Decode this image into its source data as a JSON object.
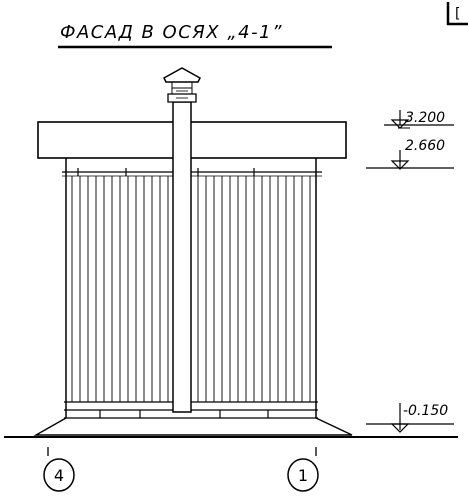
{
  "title": "ФАСАД В ОСЯХ „4-1”",
  "corner_mark": "[",
  "levels": [
    {
      "label": "3.200"
    },
    {
      "label": "2.660"
    },
    {
      "label": "-0.150"
    }
  ],
  "axes": [
    {
      "label": "4"
    },
    {
      "label": "1"
    }
  ]
}
